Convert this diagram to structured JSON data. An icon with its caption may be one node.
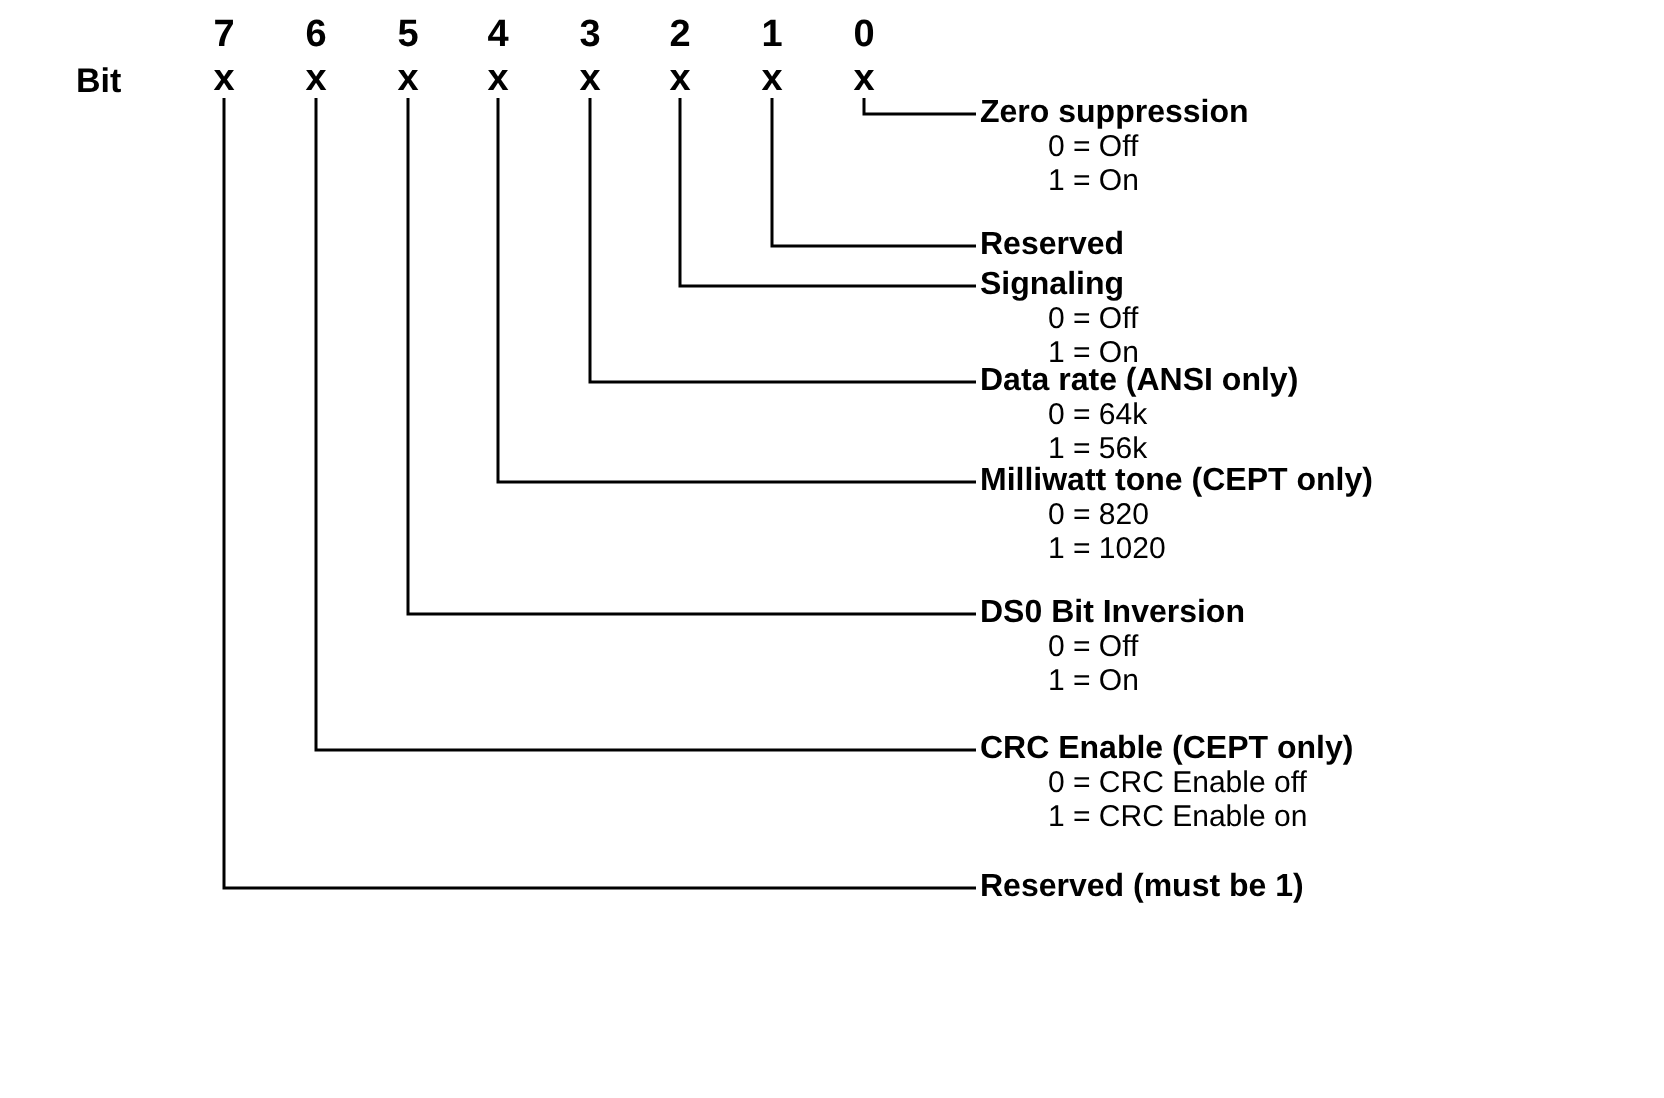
{
  "diagram": {
    "nodes": [
      {
        "text": [
          "x"
        ],
        "beside": [
          "7"
        ]
      },
      {
        "text": [
          "x"
        ],
        "beside": [
          "6"
        ]
      },
      {
        "text": [
          "x"
        ],
        "beside": [
          "5"
        ]
      },
      {
        "text": [
          "x"
        ],
        "beside": [
          "4"
        ]
      },
      {
        "text": [
          "x"
        ],
        "beside": [
          "3"
        ]
      },
      {
        "text": [
          "x"
        ],
        "beside": [
          "2"
        ]
      },
      {
        "text": [
          "x"
        ],
        "beside": [
          "1"
        ]
      },
      {
        "text": [
          "x"
        ],
        "beside": [
          "0"
        ]
      },
      {
        "text": [
          "Zero suppression",
          "0 = Off",
          "1 = On"
        ]
      },
      {
        "text": [
          "Reserved"
        ]
      },
      {
        "text": [
          "Signaling",
          "0 = Off",
          "1 = On"
        ]
      },
      {
        "text": [
          "Data rate (ANSI only)",
          "0 = 64k",
          "1 = 56k"
        ]
      },
      {
        "text": [
          "Milliwatt tone (CEPT only)",
          "0 = 820",
          "1 = 1020"
        ]
      },
      {
        "text": [
          "DS0 Bit Inversion",
          "0 = Off",
          "1 = On"
        ]
      },
      {
        "text": [
          "CRC Enable (CEPT only)",
          "0 = CRC Enable off",
          "1 = CRC Enable on"
        ]
      },
      {
        "text": [
          "Reserved (must be 1)"
        ]
      }
    ],
    "edges": [
      {
        "from": 7,
        "to": 8,
        "arrow": "none"
      },
      {
        "from": 6,
        "to": 9,
        "arrow": "none"
      },
      {
        "from": 5,
        "to": 10,
        "arrow": "none"
      },
      {
        "from": 4,
        "to": 11,
        "arrow": "none"
      },
      {
        "from": 3,
        "to": 12,
        "arrow": "none"
      },
      {
        "from": 2,
        "to": 13,
        "arrow": "none"
      },
      {
        "from": 1,
        "to": 14,
        "arrow": "none"
      },
      {
        "from": 0,
        "to": 15,
        "arrow": "none"
      }
    ],
    "labels": [
      "Bit"
    ]
  }
}
